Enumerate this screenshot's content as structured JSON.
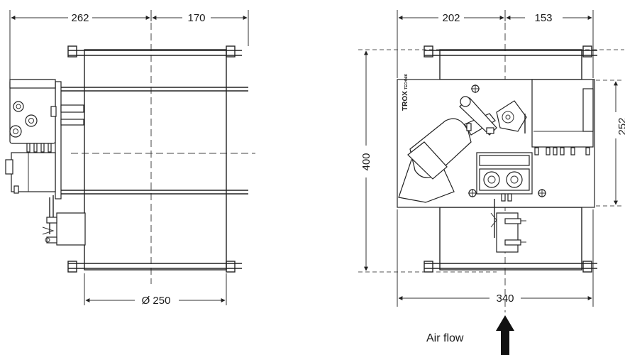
{
  "left_view": {
    "dim_top_left": "262",
    "dim_top_right": "170",
    "dim_bottom": "Ø 250"
  },
  "right_view": {
    "dim_top_left": "202",
    "dim_top_right": "153",
    "dim_height": "400",
    "dim_side": "252",
    "dim_bottom": "340",
    "logo_text": "TROX",
    "logo_sub": "TECHNIK"
  },
  "airflow_label": "Air flow"
}
